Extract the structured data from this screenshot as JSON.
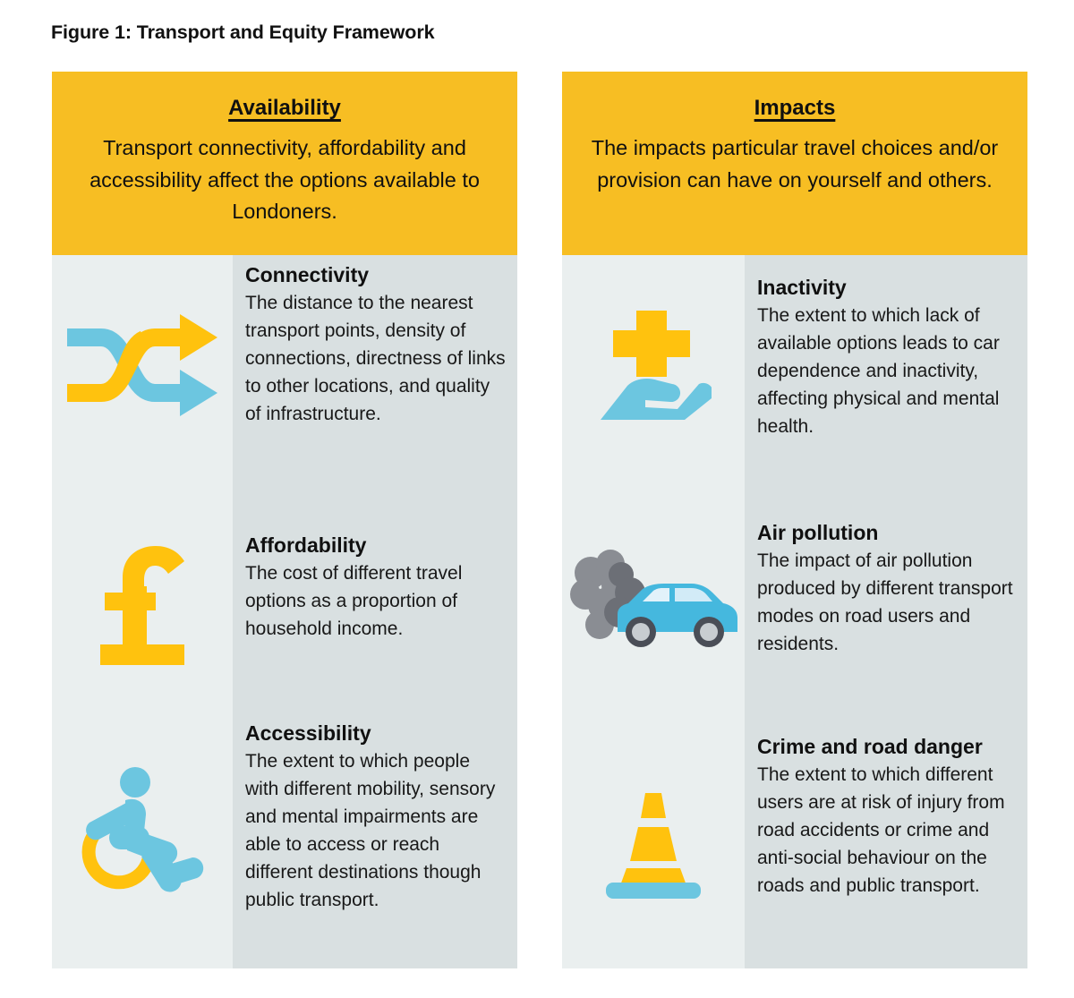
{
  "figure": {
    "title": "Figure 1: Transport and Equity Framework",
    "colors": {
      "header_yellow": "#F7BE23",
      "icon_yellow": "#FFC20E",
      "icon_blue": "#6CC6E0",
      "icon_grey": "#8A8D93",
      "icon_grey_dark": "#6C6F76",
      "body_bg_icon_column": "#EAEFEF",
      "body_bg_text_column": "#D9E0E1",
      "text_black": "#101010",
      "page_background": "#FFFFFF"
    }
  },
  "panels": [
    {
      "id": "availability",
      "header": {
        "title": "Availability",
        "description": "Transport connectivity, affordability and accessibility affect the options available to Londoners."
      },
      "rows": [
        {
          "id": "connectivity",
          "icon": "crossing-arrows-icon",
          "heading": "Connectivity",
          "description": "The distance to the nearest transport points, density of connections, directness of links to other locations, and quality of infrastructure."
        },
        {
          "id": "affordability",
          "icon": "pound-sign-icon",
          "heading": "Affordability",
          "description": "The cost of different travel options as a proportion of household income."
        },
        {
          "id": "accessibility",
          "icon": "wheelchair-user-icon",
          "heading": "Accessibility",
          "description": "The extent to which people with different mobility, sensory and mental impairments are able to access or reach different destinations though public transport."
        }
      ]
    },
    {
      "id": "impacts",
      "header": {
        "title": "Impacts",
        "description": "The impacts particular travel choices and/or provision can have on yourself and others."
      },
      "rows": [
        {
          "id": "inactivity",
          "icon": "hand-holding-health-cross-icon",
          "heading": "Inactivity",
          "description": "The extent to which lack of available options leads to car dependence and inactivity, affecting physical and mental health."
        },
        {
          "id": "air-pollution",
          "icon": "car-exhaust-smoke-icon",
          "heading": "Air pollution",
          "description": "The impact of air pollution produced by different transport modes on road users and residents."
        },
        {
          "id": "crime",
          "icon": "traffic-cone-icon",
          "heading": "Crime and road danger",
          "description": "The extent to which different users are at risk of injury from road accidents or crime and anti-social behaviour on the roads and public transport."
        }
      ]
    }
  ]
}
